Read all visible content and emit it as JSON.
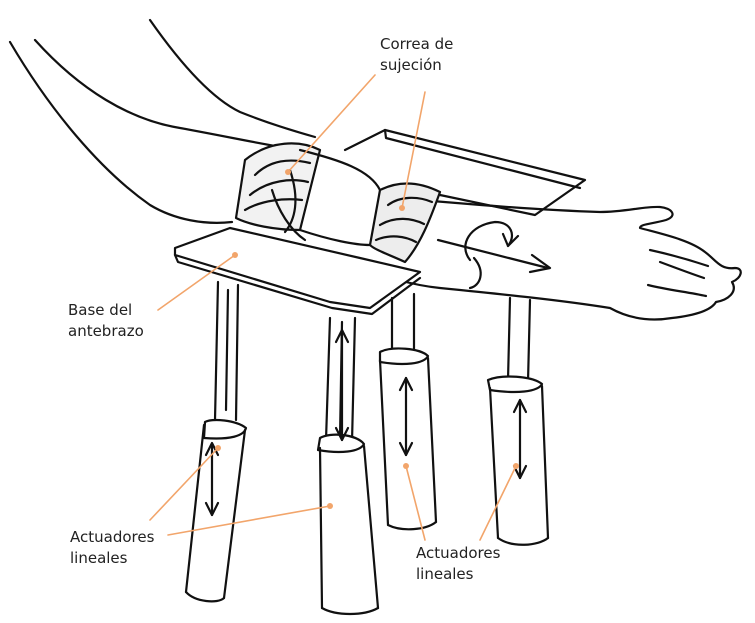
{
  "labels": {
    "strap": "Correa de\nsujeción",
    "forearm_base": "Base del\nantebrazo",
    "actuators_left": "Actuadores\nlineales",
    "actuators_right": "Actuadores\nlineales"
  },
  "colors": {
    "ink": "#111111",
    "leader_lines": "#f2a56b",
    "background": "#ffffff"
  }
}
